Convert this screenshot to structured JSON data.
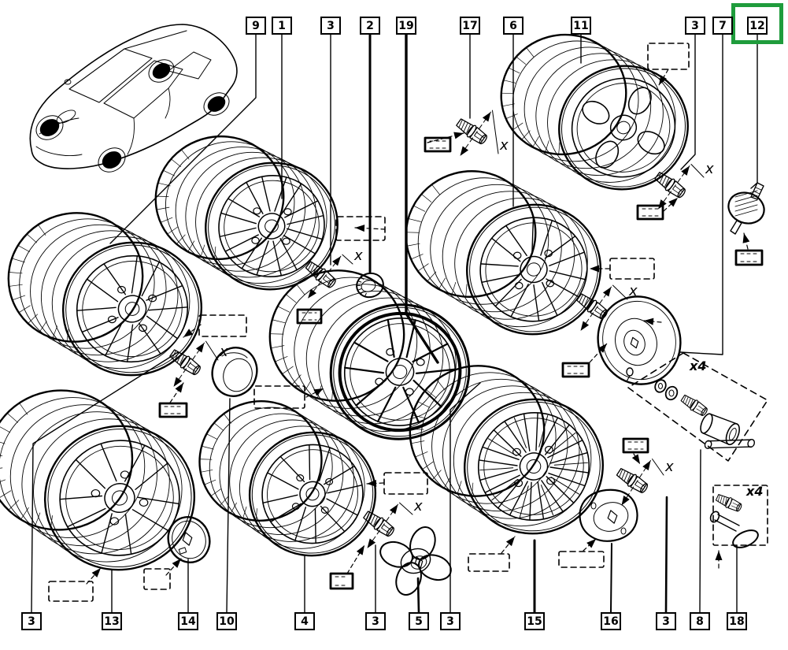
{
  "diagram": {
    "background_color": "#ffffff",
    "line_color": "#000000",
    "highlight_color": "#1f9c3c",
    "highlighted_callout": "12",
    "dimension_label": "x",
    "quantity_label": "x4",
    "callouts_top": [
      "9",
      "1",
      "3",
      "2",
      "19",
      "17",
      "6",
      "11",
      "3",
      "7",
      "12"
    ],
    "callouts_bottom": [
      "3",
      "13",
      "14",
      "10",
      "4",
      "3",
      "5",
      "3",
      "15",
      "16",
      "3",
      "8",
      "18"
    ]
  }
}
